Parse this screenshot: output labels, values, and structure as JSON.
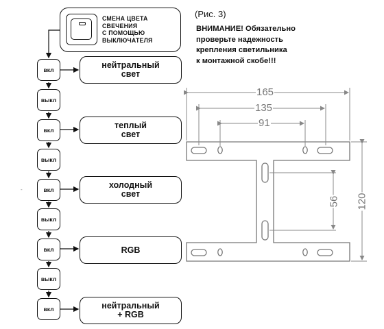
{
  "switch_caption": "СМЕНА ЦВЕТА\nСВЕЧЕНИЯ\nС ПОМОЩЬЮ\nВЫКЛЮЧАТЕЛЯ",
  "figure_ref": "(Рис. 3)",
  "warning": "ВНИМАНИЕ! Обязательно\nпроверьте надежность\nкрепления светильника\nк монтажной скобе!!!",
  "flow": [
    {
      "state": "вкл",
      "label": "нейтральный\nсвет"
    },
    {
      "state": "выкл"
    },
    {
      "state": "вкл",
      "label": "теплый\nсвет"
    },
    {
      "state": "выкл"
    },
    {
      "state": "вкл",
      "label": "холодный\nсвет"
    },
    {
      "state": "выкл"
    },
    {
      "state": "вкл",
      "label": "RGB"
    },
    {
      "state": "выкл"
    },
    {
      "state": "вкл",
      "label": "нейтральный\n+ RGB"
    }
  ],
  "dimensions": {
    "width_total": "165",
    "hole_spacing_outer": "135",
    "hole_spacing_inner": "91",
    "slot_spacing": "56",
    "height": "120"
  },
  "stray_mark": "-"
}
